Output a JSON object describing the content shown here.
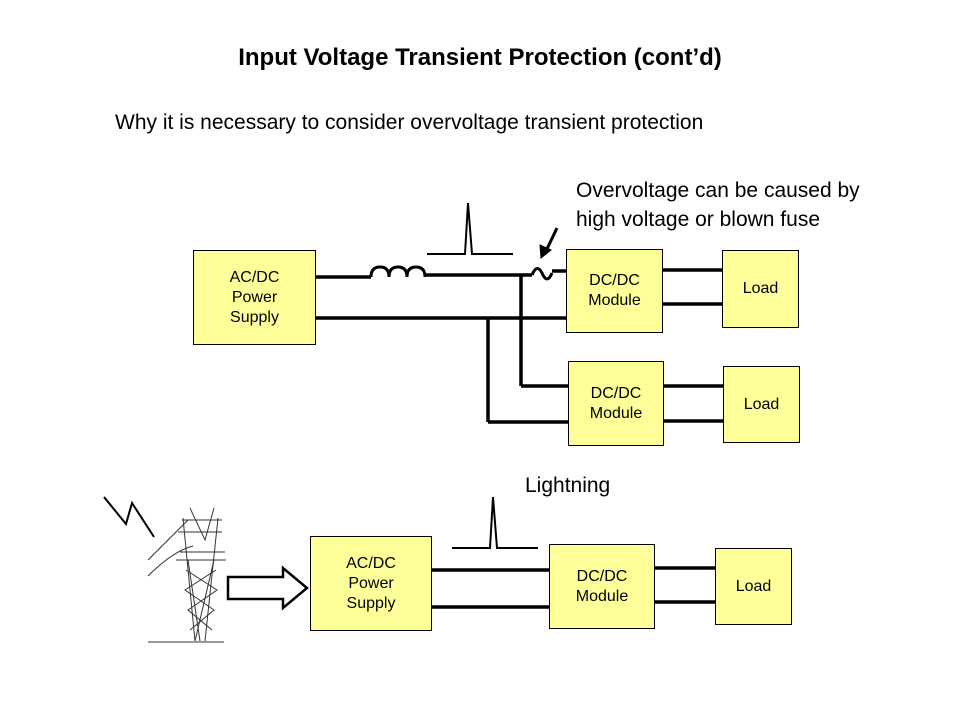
{
  "slide": {
    "title": "Input Voltage Transient Protection (cont’d)",
    "subtitle": "Why it is necessary to consider overvoltage transient protection",
    "note_line1": "Overvoltage can be caused by",
    "note_line2": "high voltage or blown fuse",
    "lightning_label": "Lightning"
  },
  "diagram_top": {
    "power_supply": {
      "line1": "AC/DC",
      "line2": "Power",
      "line3": "Supply"
    },
    "module1": {
      "line1": "DC/DC",
      "line2": "Module"
    },
    "module2": {
      "line1": "DC/DC",
      "line2": "Module"
    },
    "load1": "Load",
    "load2": "Load",
    "icons": [
      "inductor-icon",
      "fuse-icon",
      "pointer-arrow-icon",
      "voltage-spike-icon"
    ]
  },
  "diagram_bottom": {
    "power_supply": {
      "line1": "AC/DC",
      "line2": "Power",
      "line3": "Supply"
    },
    "module": {
      "line1": "DC/DC",
      "line2": "Module"
    },
    "load": "Load",
    "icons": [
      "lightning-bolt-icon",
      "transmission-tower-icon",
      "hollow-arrow-icon",
      "voltage-spike-icon"
    ]
  },
  "colors": {
    "box_fill": "#ffff99",
    "line": "#000000"
  }
}
